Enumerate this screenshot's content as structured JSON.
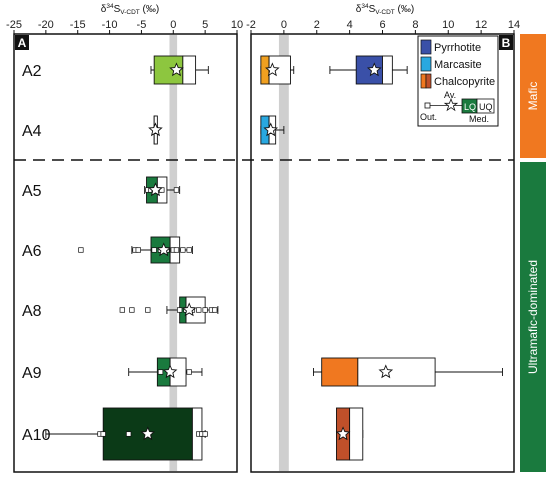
{
  "chart_data": [
    {
      "panel": "A",
      "type": "box",
      "x_axis": {
        "label_main": "δ",
        "label_sup": "34",
        "label_s": "S",
        "label_sub": "V-CDT",
        "label_unit": "(‰)",
        "ticks": [
          -25,
          -20,
          -15,
          -10,
          -5,
          0,
          5,
          10
        ],
        "xlim": [
          -25,
          10
        ]
      },
      "rows": [
        {
          "label": "A2",
          "group": "Mafic",
          "color": "#8dc63f",
          "min": -3.5,
          "q1": -3,
          "median": 1.5,
          "q3": 3.5,
          "max": 5.5,
          "mean": 0.5,
          "outliers": []
        },
        {
          "label": "A4",
          "group": "Mafic",
          "color": "#8dc63f",
          "min": -3,
          "q1": -3,
          "median": -3,
          "q3": -2.5,
          "max": -2.5,
          "mean": -2.8,
          "outliers": []
        },
        {
          "label": "A5",
          "group": "Ultramafic-dominated",
          "color": "#1a7a3e",
          "min": -4.5,
          "q1": -4.2,
          "median": -2.5,
          "q3": -1,
          "max": 1,
          "mean": -2.8,
          "points": [
            -4,
            -3.5,
            -3,
            -2.2,
            -1.8,
            0.5
          ],
          "outliers": []
        },
        {
          "label": "A6",
          "group": "Ultramafic-dominated",
          "color": "#1a7a3e",
          "min": -6.5,
          "q1": -3.5,
          "median": -0.5,
          "q3": 1,
          "max": 3,
          "mean": -1.5,
          "points": [
            -6,
            -3,
            -2,
            -1,
            0,
            0.5,
            1.5,
            2.5
          ],
          "outliers": [
            -14.5,
            -5.5
          ]
        },
        {
          "label": "A8",
          "group": "Ultramafic-dominated",
          "color": "#1a7a3e",
          "min": -1,
          "q1": 1,
          "median": 2,
          "q3": 5,
          "max": 7,
          "mean": 2.5,
          "points": [
            1,
            2,
            3,
            4,
            5,
            6,
            6.5
          ],
          "outliers": [
            -8,
            -6.5,
            -4
          ]
        },
        {
          "label": "A9",
          "group": "Ultramafic-dominated",
          "color": "#1a7a3e",
          "min": -7,
          "q1": -2.5,
          "median": -0.5,
          "q3": 2,
          "max": 4.5,
          "mean": -0.5,
          "points": [
            -2,
            2.5
          ],
          "outliers": []
        },
        {
          "label": "A10",
          "group": "Ultramafic-dominated",
          "color": "#0b3a17",
          "min": -20,
          "q1": -11,
          "median": 3,
          "q3": 4.5,
          "max": 5,
          "mean": -4,
          "points": [
            -11.5,
            -11,
            -7,
            4,
            4.5,
            5
          ],
          "outliers": []
        }
      ]
    },
    {
      "panel": "B",
      "type": "box",
      "x_axis": {
        "label_main": "δ",
        "label_sup": "34",
        "label_s": "S",
        "label_sub": "V-CDT",
        "label_unit": "(‰)",
        "ticks": [
          -2,
          0,
          2,
          4,
          6,
          8,
          10,
          12,
          14
        ],
        "xlim": [
          -2,
          14
        ]
      },
      "rows": [
        {
          "label": "A2",
          "series": [
            {
              "mineral": "Chalcopyrite/Marcasite",
              "color": "#f0a020",
              "min": -1.4,
              "q1": -1.4,
              "median": -0.9,
              "q3": 0.4,
              "max": 0.6,
              "mean": -0.7
            },
            {
              "mineral": "Pyrrhotite",
              "color": "#3a50a8",
              "min": 2.8,
              "q1": 4.4,
              "median": 6,
              "q3": 6.6,
              "max": 7.5,
              "mean": 5.5
            }
          ]
        },
        {
          "label": "A4",
          "series": [
            {
              "mineral": "Marcasite",
              "color": "#29a8e0",
              "min": -1.4,
              "q1": -1.4,
              "median": -0.9,
              "q3": -0.5,
              "max": 0,
              "mean": -0.8
            }
          ]
        },
        {
          "label": "A9",
          "series": [
            {
              "mineral": "Chalcopyrite",
              "color": "#f07820",
              "min": 1.8,
              "q1": 2.3,
              "median": 4.5,
              "q3": 9.2,
              "max": 13.3,
              "mean": 6.2
            }
          ]
        },
        {
          "label": "A10",
          "series": [
            {
              "mineral": "Chalcopyrite",
              "color": "#c0502a",
              "min": 3.2,
              "q1": 3.2,
              "median": 4,
              "q3": 4.8,
              "max": 4.8,
              "mean": 3.6
            }
          ]
        }
      ],
      "legend": {
        "items": [
          {
            "label": "Pyrrhotite",
            "color": "#3a50a8"
          },
          {
            "label": "Marcasite",
            "color": "#29a8e0"
          },
          {
            "label": "Chalcopyrite",
            "color": "#f07820",
            "color2": "#c0502a"
          }
        ],
        "key": {
          "out": "Out.",
          "av": "Av.",
          "lq": "LQ",
          "uq": "UQ",
          "med": "Med."
        }
      }
    }
  ],
  "panels": {
    "a": "A",
    "b": "B"
  },
  "side_labels": {
    "mafic": "Mafic",
    "ultramafic": "Ultramafic-dominated"
  },
  "colors": {
    "mafic_bar": "#f07820",
    "ultramafic_bar": "#1a7a3e",
    "zero_band": "#cfcfcf"
  }
}
